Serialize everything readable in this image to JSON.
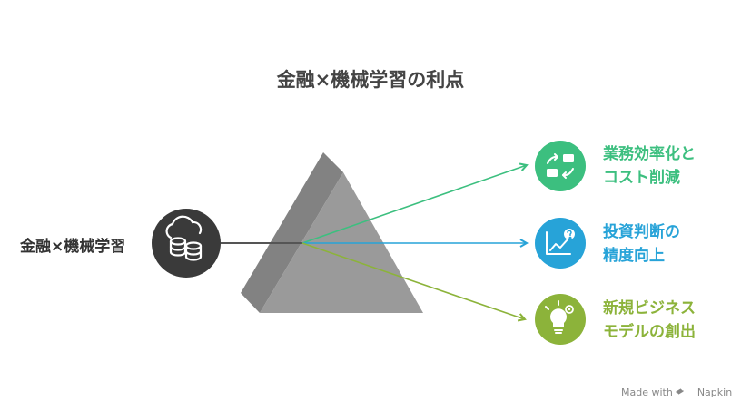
{
  "title": "金融×機械学習の利点",
  "source": {
    "label": "金融×機械学習",
    "icon": "coins-database-icon"
  },
  "outputs": [
    {
      "lines": [
        "業務効率化と",
        "コスト削減"
      ],
      "color": "#3cbf7f",
      "icon": "workflow-automation-icon"
    },
    {
      "lines": [
        "投資判断の",
        "精度向上"
      ],
      "color": "#27a3d8",
      "icon": "analytics-question-icon"
    },
    {
      "lines": [
        "新規ビジネス",
        "モデルの創出"
      ],
      "color": "#8cb33a",
      "icon": "lightbulb-idea-icon"
    }
  ],
  "colors": {
    "prism_front": "#9a9a9a",
    "prism_side": "#828282",
    "source_circle": "#3a3a3a",
    "beam": "#555555"
  },
  "brand": {
    "prefix": "Made with",
    "name": "Napkin"
  }
}
